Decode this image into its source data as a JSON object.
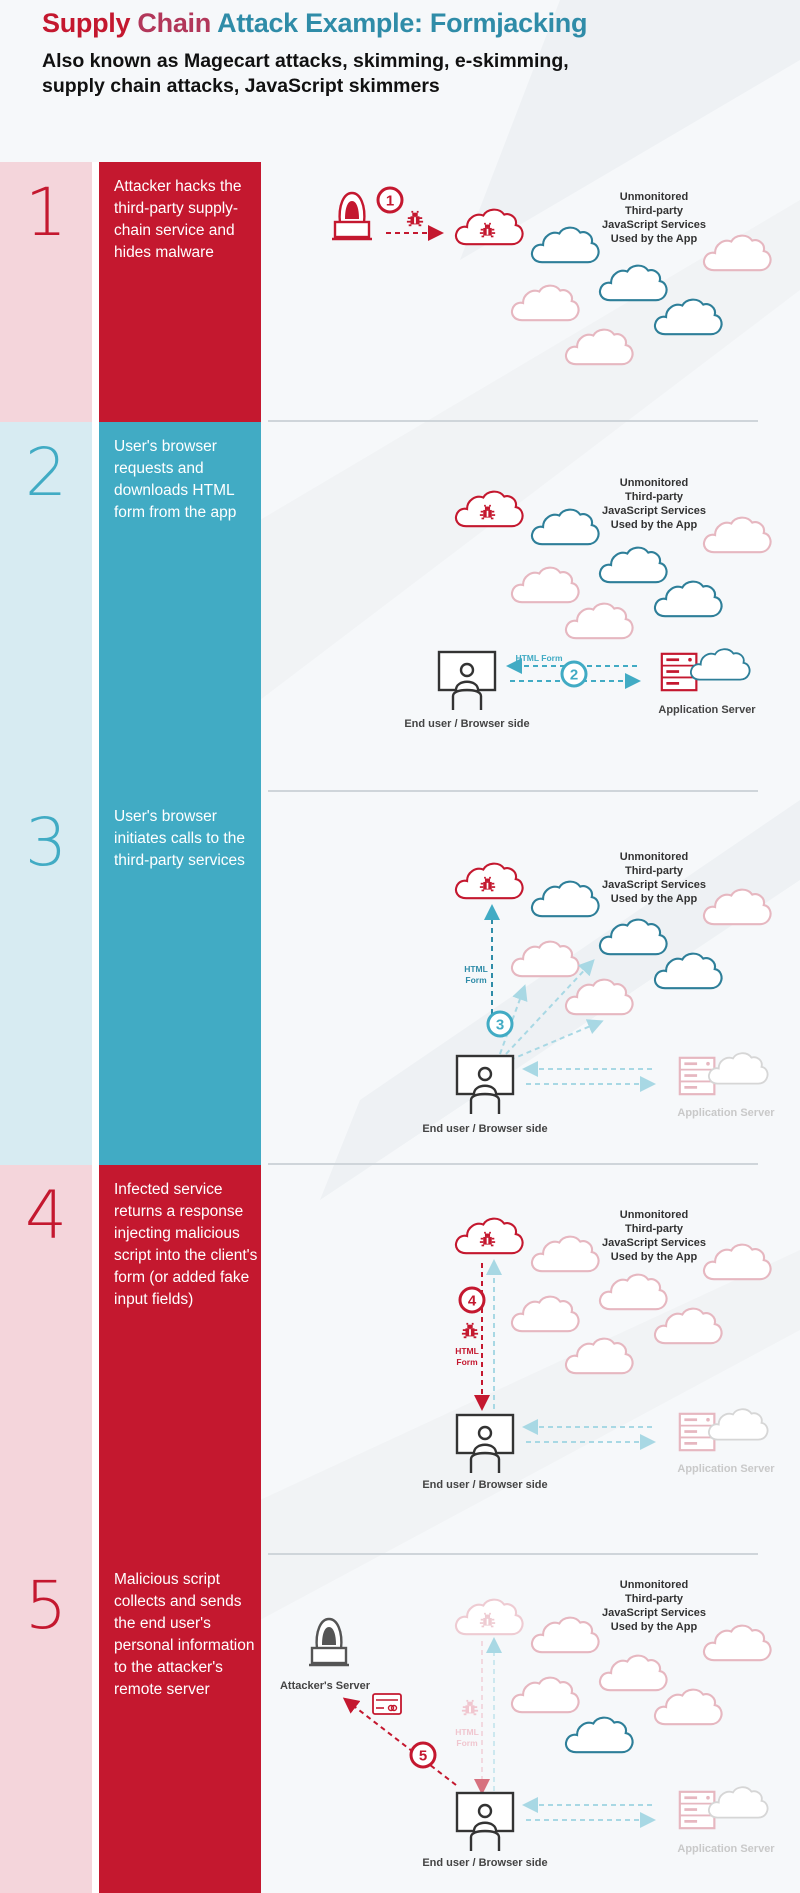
{
  "header": {
    "title_part1": "Supply",
    "title_part2": "Chain",
    "title_part3": "Attack Example: Formjacking",
    "subtitle": "Also known as Magecart attacks, skimming, e-skimming, supply chain attacks, JavaScript skimmers"
  },
  "labels": {
    "services": [
      "Unmonitored",
      "Third-party",
      "JavaScript Services",
      "Used by the App"
    ],
    "end_user": "End user / Browser side",
    "app_server": "Application Server",
    "html_form": "HTML Form",
    "html_form_split": [
      "HTML",
      "Form"
    ],
    "attacker_server": "Attacker's Server"
  },
  "steps": [
    {
      "number": "1",
      "text": "Attacker hacks the third-party supply-chain service and hides malware",
      "marker": "1"
    },
    {
      "number": "2",
      "text": "User's browser requests and downloads HTML form from the app",
      "marker": "2"
    },
    {
      "number": "3",
      "text": "User's browser initiates calls to the third-party services",
      "marker": "3"
    },
    {
      "number": "4",
      "text": "Infected service returns a response injecting malicious script into the client's form (or added fake input fields)",
      "marker": "4"
    },
    {
      "number": "5",
      "text": "Malicious script collects and sends the end user's personal information to the attacker's remote server",
      "marker": "5"
    }
  ],
  "colors": {
    "red": "#c4182f",
    "teal": "#2f8ca8",
    "pink_bg": "#f4d5db",
    "light_blue_bg": "#d7ebf2",
    "teal_band": "#41abc4",
    "gray": "#6b6b6b"
  },
  "icons": [
    "hacker-icon",
    "malware-bug-icon",
    "cloud-icon",
    "browser-user-icon",
    "app-server-icon",
    "credit-card-icon"
  ]
}
